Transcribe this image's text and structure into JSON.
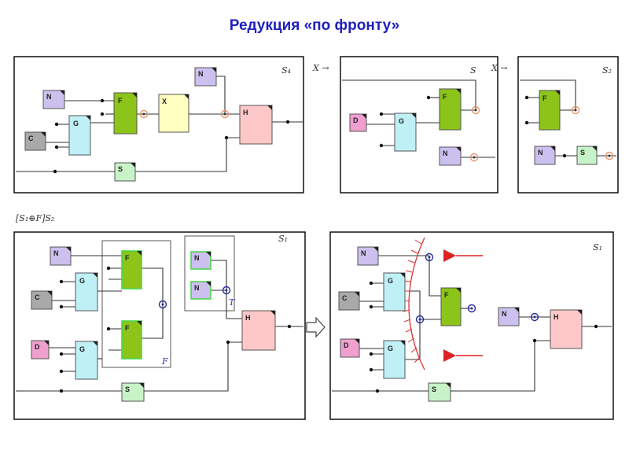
{
  "title": "Редукция «по фронту»",
  "colors": {
    "N": "#ccc0ef",
    "G": "#bff0f6",
    "F": "#8cc41a",
    "X": "#ffffc0",
    "H": "#ffc8c8",
    "C": "#a9a9a9",
    "S": "#c8f3c8",
    "D": "#f09fcf",
    "port": "#e8956a",
    "node": "#2a2a9a",
    "arrow": "#dd2222"
  },
  "frame_labels": {
    "s4": "S₄",
    "x_arrow1": "X →",
    "s_mid": "S",
    "x_arrow2": "X →",
    "s2_top": "S₂",
    "formula": "[S₁⊕F]S₂",
    "s_bl": "S₁",
    "s_br": "S₁",
    "f_group": "F",
    "t_group": "T"
  },
  "blocks": {
    "N": "N",
    "G": "G",
    "F": "F",
    "X": "X",
    "H": "H",
    "C": "C",
    "S": "S",
    "D": "D"
  }
}
